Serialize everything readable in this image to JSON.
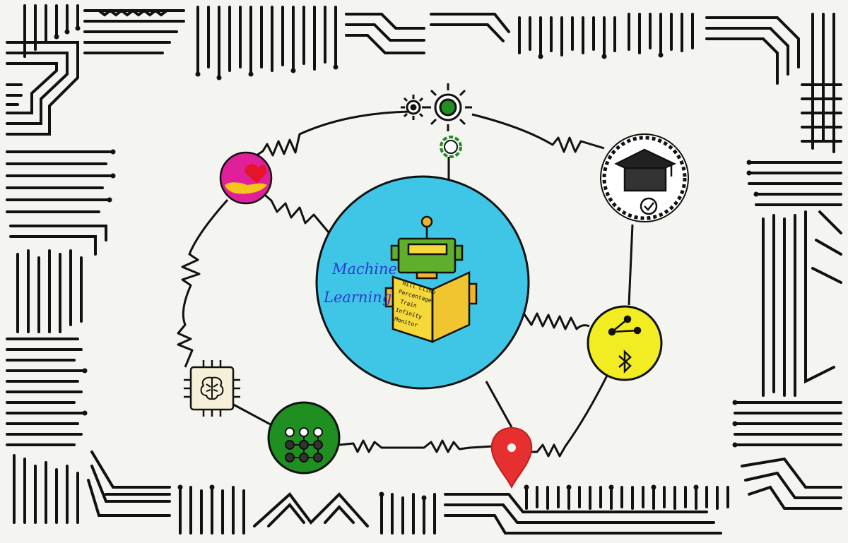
{
  "central": {
    "title_line1": "Machine",
    "title_line2": "Learning",
    "book_lines": [
      "Hill Climb",
      "Percentage",
      "Train",
      "Infinity",
      "Monitor"
    ]
  },
  "nodes": [
    {
      "id": "gears",
      "icon": "gears-icon"
    },
    {
      "id": "graduation",
      "icon": "graduation-cap-icon"
    },
    {
      "id": "bluetooth",
      "icon": "bluetooth-share-icon"
    },
    {
      "id": "location",
      "icon": "map-pin-icon"
    },
    {
      "id": "dots-grid",
      "icon": "dot-grid-icon"
    },
    {
      "id": "brain-chip",
      "icon": "brain-chip-icon"
    },
    {
      "id": "hand-heart",
      "icon": "hand-heart-icon"
    }
  ],
  "colors": {
    "paper": "#f4f4f1",
    "ink": "#111111",
    "central_circle": "#3fc6e6",
    "robot_green": "#5fae2c",
    "book_yellow": "#f5d83a",
    "title_blue": "#2d3ad0",
    "magenta": "#e0209a",
    "yellow_node": "#f2ec22",
    "green_node": "#1f8f22",
    "pin_red": "#e63030"
  }
}
